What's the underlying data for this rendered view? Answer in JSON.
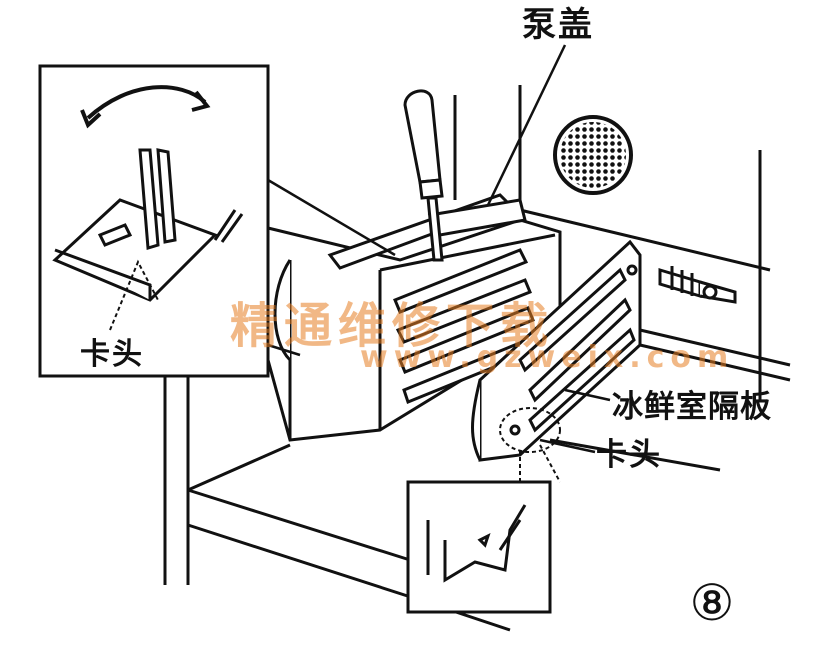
{
  "labels": {
    "pump_cover": "泵盖",
    "chill_partition": "冰鲜室隔板",
    "clip_right": "卡头",
    "clip_inset": "卡头"
  },
  "watermark": {
    "text": "精通维修下载",
    "url": "www.gzweix.com"
  },
  "step_number": "⑧",
  "colors": {
    "line": "#111111",
    "watermark": "#e67e22",
    "background": "#ffffff"
  }
}
